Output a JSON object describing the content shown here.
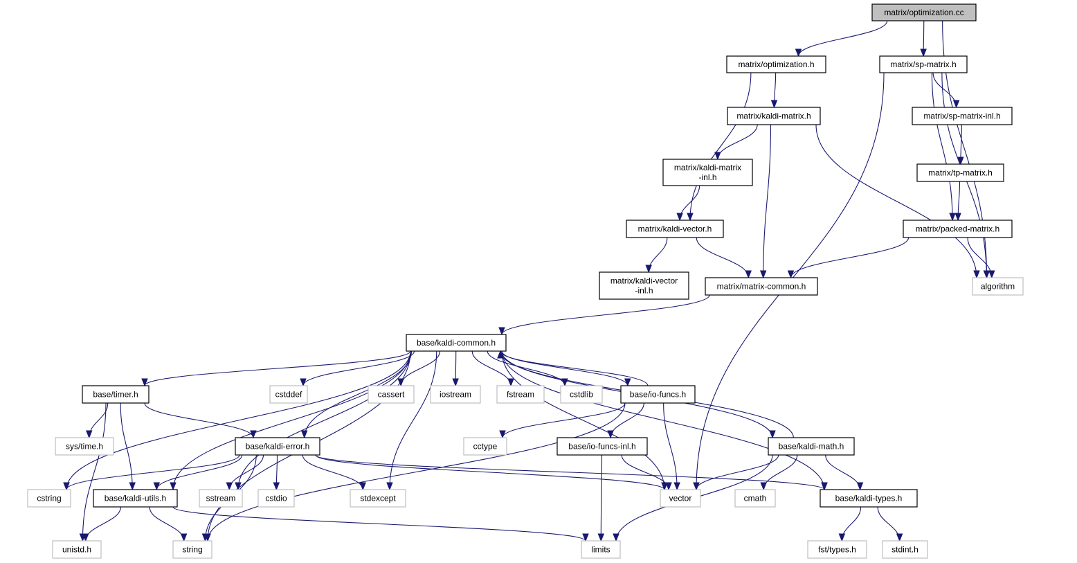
{
  "graph": {
    "type": "include-dependency-graph",
    "edge_color": "#191970",
    "root_fill": "#bfbfbf",
    "nodes": [
      {
        "id": "optcc",
        "label": [
          "matrix/optimization.cc"
        ],
        "style": "root"
      },
      {
        "id": "opth",
        "label": [
          "matrix/optimization.h"
        ],
        "style": "normal"
      },
      {
        "id": "sph",
        "label": [
          "matrix/sp-matrix.h"
        ],
        "style": "normal"
      },
      {
        "id": "kmh",
        "label": [
          "matrix/kaldi-matrix.h"
        ],
        "style": "normal"
      },
      {
        "id": "spinl",
        "label": [
          "matrix/sp-matrix-inl.h"
        ],
        "style": "normal"
      },
      {
        "id": "kminl",
        "label": [
          "matrix/kaldi-matrix",
          "-inl.h"
        ],
        "style": "normal"
      },
      {
        "id": "tph",
        "label": [
          "matrix/tp-matrix.h"
        ],
        "style": "normal"
      },
      {
        "id": "kvh",
        "label": [
          "matrix/kaldi-vector.h"
        ],
        "style": "normal"
      },
      {
        "id": "pmh",
        "label": [
          "matrix/packed-matrix.h"
        ],
        "style": "normal"
      },
      {
        "id": "kvinl",
        "label": [
          "matrix/kaldi-vector",
          "-inl.h"
        ],
        "style": "normal"
      },
      {
        "id": "mch",
        "label": [
          "matrix/matrix-common.h"
        ],
        "style": "normal"
      },
      {
        "id": "algorithm",
        "label": [
          "algorithm"
        ],
        "style": "gray"
      },
      {
        "id": "kch",
        "label": [
          "base/kaldi-common.h"
        ],
        "style": "normal"
      },
      {
        "id": "timer",
        "label": [
          "base/timer.h"
        ],
        "style": "normal"
      },
      {
        "id": "cstddef",
        "label": [
          "cstddef"
        ],
        "style": "gray"
      },
      {
        "id": "cassert",
        "label": [
          "cassert"
        ],
        "style": "gray"
      },
      {
        "id": "iostream",
        "label": [
          "iostream"
        ],
        "style": "gray"
      },
      {
        "id": "fstream",
        "label": [
          "fstream"
        ],
        "style": "gray"
      },
      {
        "id": "cstdlib",
        "label": [
          "cstdlib"
        ],
        "style": "gray"
      },
      {
        "id": "iofuncs",
        "label": [
          "base/io-funcs.h"
        ],
        "style": "normal"
      },
      {
        "id": "systime",
        "label": [
          "sys/time.h"
        ],
        "style": "gray"
      },
      {
        "id": "cctype",
        "label": [
          "cctype"
        ],
        "style": "gray"
      },
      {
        "id": "kerr",
        "label": [
          "base/kaldi-error.h"
        ],
        "style": "normal"
      },
      {
        "id": "ioinl",
        "label": [
          "base/io-funcs-inl.h"
        ],
        "style": "normal"
      },
      {
        "id": "kmath",
        "label": [
          "base/kaldi-math.h"
        ],
        "style": "normal"
      },
      {
        "id": "cstring",
        "label": [
          "cstring"
        ],
        "style": "gray"
      },
      {
        "id": "kutils",
        "label": [
          "base/kaldi-utils.h"
        ],
        "style": "normal"
      },
      {
        "id": "sstream",
        "label": [
          "sstream"
        ],
        "style": "gray"
      },
      {
        "id": "cstdio",
        "label": [
          "cstdio"
        ],
        "style": "gray"
      },
      {
        "id": "stdexcept",
        "label": [
          "stdexcept"
        ],
        "style": "gray"
      },
      {
        "id": "vector",
        "label": [
          "vector"
        ],
        "style": "gray"
      },
      {
        "id": "cmath",
        "label": [
          "cmath"
        ],
        "style": "gray"
      },
      {
        "id": "ktypes",
        "label": [
          "base/kaldi-types.h"
        ],
        "style": "normal"
      },
      {
        "id": "unistd",
        "label": [
          "unistd.h"
        ],
        "style": "gray"
      },
      {
        "id": "string",
        "label": [
          "string"
        ],
        "style": "gray"
      },
      {
        "id": "limits",
        "label": [
          "limits"
        ],
        "style": "gray"
      },
      {
        "id": "fsttypes",
        "label": [
          "fst/types.h"
        ],
        "style": "gray"
      },
      {
        "id": "stdint",
        "label": [
          "stdint.h"
        ],
        "style": "gray"
      }
    ],
    "edges": [
      [
        "optcc",
        "opth"
      ],
      [
        "optcc",
        "sph"
      ],
      [
        "optcc",
        "algorithm"
      ],
      [
        "opth",
        "kmh"
      ],
      [
        "opth",
        "kvh"
      ],
      [
        "sph",
        "spinl"
      ],
      [
        "sph",
        "pmh"
      ],
      [
        "sph",
        "algorithm"
      ],
      [
        "sph",
        "vector"
      ],
      [
        "kmh",
        "kminl"
      ],
      [
        "kmh",
        "mch"
      ],
      [
        "kmh",
        "algorithm"
      ],
      [
        "spinl",
        "tph"
      ],
      [
        "tph",
        "pmh"
      ],
      [
        "kminl",
        "kvh"
      ],
      [
        "kvh",
        "kvinl"
      ],
      [
        "kvh",
        "mch"
      ],
      [
        "pmh",
        "mch"
      ],
      [
        "pmh",
        "algorithm"
      ],
      [
        "mch",
        "kch"
      ],
      [
        "kch",
        "timer"
      ],
      [
        "kch",
        "cstddef"
      ],
      [
        "kch",
        "cassert"
      ],
      [
        "kch",
        "iostream"
      ],
      [
        "kch",
        "fstream"
      ],
      [
        "kch",
        "cstdlib"
      ],
      [
        "kch",
        "iofuncs"
      ],
      [
        "kch",
        "kmath"
      ],
      [
        "kch",
        "ktypes"
      ],
      [
        "kch",
        "vector"
      ],
      [
        "kch",
        "kerr"
      ],
      [
        "kch",
        "kutils"
      ],
      [
        "kch",
        "sstream"
      ],
      [
        "kch",
        "stdexcept"
      ],
      [
        "kch",
        "cstring"
      ],
      [
        "kch",
        "string"
      ],
      [
        "iofuncs",
        "kch"
      ],
      [
        "iofuncs",
        "cctype"
      ],
      [
        "iofuncs",
        "ioinl"
      ],
      [
        "iofuncs",
        "vector"
      ],
      [
        "iofuncs",
        "string"
      ],
      [
        "ioinl",
        "limits"
      ],
      [
        "ioinl",
        "vector"
      ],
      [
        "kmath",
        "kch"
      ],
      [
        "kmath",
        "vector"
      ],
      [
        "kmath",
        "cmath"
      ],
      [
        "kmath",
        "ktypes"
      ],
      [
        "kmath",
        "limits"
      ],
      [
        "timer",
        "systime"
      ],
      [
        "timer",
        "kutils"
      ],
      [
        "timer",
        "kerr"
      ],
      [
        "timer",
        "unistd"
      ],
      [
        "kerr",
        "cstring"
      ],
      [
        "kerr",
        "kutils"
      ],
      [
        "kerr",
        "sstream"
      ],
      [
        "kerr",
        "cstdio"
      ],
      [
        "kerr",
        "stdexcept"
      ],
      [
        "kerr",
        "string"
      ],
      [
        "kerr",
        "vector"
      ],
      [
        "kerr",
        "ktypes"
      ],
      [
        "kutils",
        "unistd"
      ],
      [
        "kutils",
        "string"
      ],
      [
        "kutils",
        "limits"
      ],
      [
        "ktypes",
        "fsttypes"
      ],
      [
        "ktypes",
        "stdint"
      ]
    ]
  }
}
